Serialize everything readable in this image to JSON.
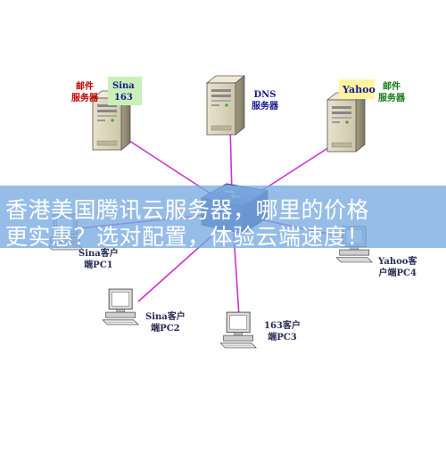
{
  "nodes": {
    "mail_server": {
      "label_line1": "邮件",
      "label_line2": "服务器",
      "badge_line1": "Sina",
      "badge_line2": "163"
    },
    "dns_server": {
      "label_line1": "DNS",
      "label_line2": "服务器"
    },
    "yahoo_server": {
      "badge": "Yahoo",
      "label_line1": "邮件",
      "label_line2": "服务器"
    },
    "pc1": {
      "label_line1": "Sina客户",
      "label_line2": "端PC1"
    },
    "pc2": {
      "label_line1": "Sina客户",
      "label_line2": "端PC2"
    },
    "pc3": {
      "label_line1": "163客户",
      "label_line2": "端PC3"
    },
    "pc4": {
      "label_line1": "Yahoo客",
      "label_line2": "户端PC4"
    }
  },
  "banner": {
    "line1": "香港美国腾讯云服务器，哪里的价格",
    "line2": "更实惠？选对配置，体验云端速度！"
  },
  "colors": {
    "link": "#cc33cc",
    "banner_bg": "#78aae1",
    "mail_label": "#c00000",
    "dns_label": "#1a1a8c",
    "sina_badge_bg": "#c8f0b8",
    "yahoo_badge_bg": "#fff3a0"
  }
}
